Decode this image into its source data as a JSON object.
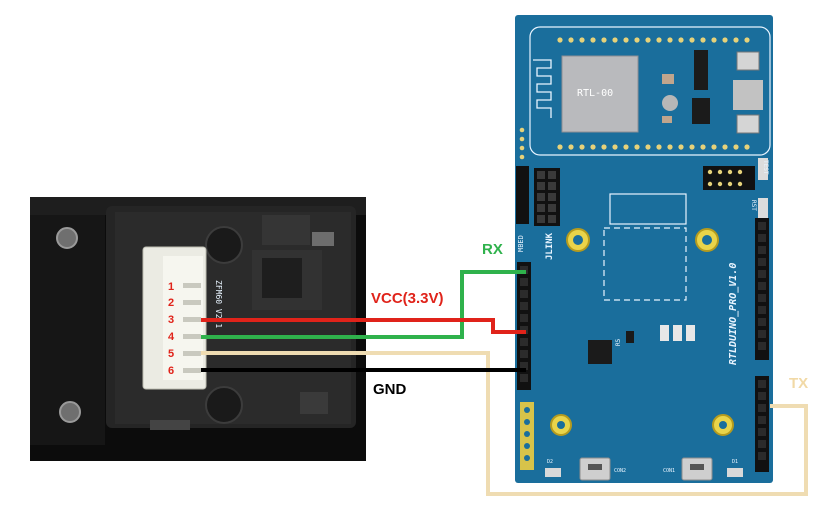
{
  "sensor": {
    "pins": [
      "1",
      "2",
      "3",
      "4",
      "5",
      "6"
    ],
    "silk_text": "ZFM60 V2.1"
  },
  "board": {
    "module_label": "RTL-00",
    "board_name": "RTLDUINO_PRO_V1.0",
    "jlink_label": "JLINK",
    "mbed_label": "MBED",
    "test_label": "TEST",
    "rst_label": "RST",
    "con1_label": "CON1",
    "con2_label": "CON2",
    "d1_label": "D1",
    "d2_label": "D2",
    "r5_label": "R5"
  },
  "labels": {
    "rx": "RX",
    "vcc": "VCC(3.3V)",
    "gnd": "GND",
    "tx": "TX"
  },
  "colors": {
    "rx_wire": "#2fb24c",
    "vcc_wire": "#e0231a",
    "gnd_wire": "#000000",
    "tx_wire": "#efdcb2",
    "board": "#1a6e9c",
    "tx_label": "#f1d9a6"
  }
}
